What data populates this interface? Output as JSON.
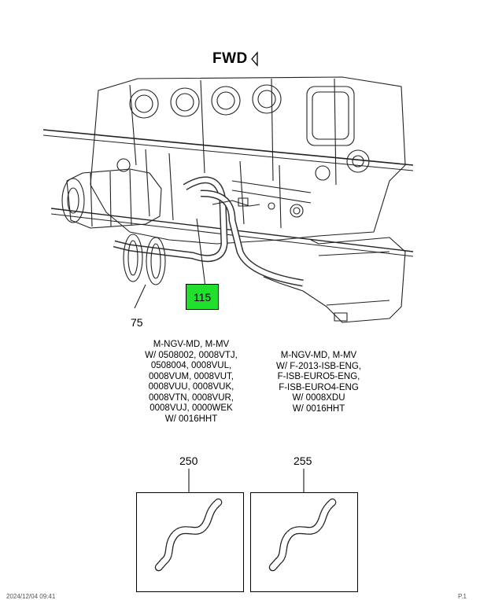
{
  "direction_label": "FWD",
  "callouts": {
    "highlighted": "115",
    "clamp": "75"
  },
  "highlight_color": "#21e02d",
  "notes_left": [
    "M-NGV-MD, M-MV",
    "W/ 0508002, 0008VTJ,",
    "0508004, 0008VUL,",
    "0008VUM, 0008VUT,",
    "0008VUU, 0008VUK,",
    "0008VTN, 0008VUR,",
    "0008VUJ, 0000WEK",
    "W/ 0016HHT"
  ],
  "notes_right": [
    "M-NGV-MD, M-MV",
    "W/ F-2013-ISB-ENG,",
    "F-ISB-EURO5-ENG,",
    "F-ISB-EURO4-ENG",
    "W/ 0008XDU",
    "W/ 0016HHT"
  ],
  "parts": [
    {
      "number": "250",
      "icon": "corrugated-hose-icon"
    },
    {
      "number": "255",
      "icon": "corrugated-hose-icon"
    }
  ],
  "footer": {
    "left": "2024/12/04 09:41",
    "right": "P.1"
  }
}
